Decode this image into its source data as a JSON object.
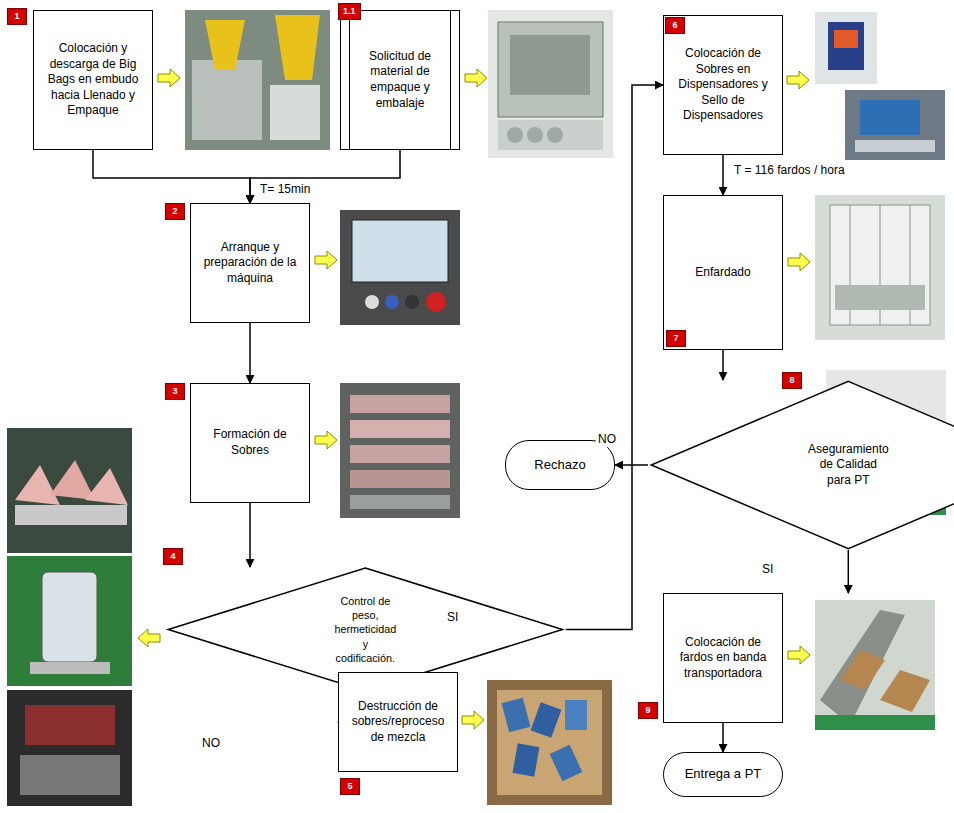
{
  "diagram": {
    "nodes": [
      {
        "text": [
          "Colocación y descarga de Big Bags en embudo hacia Llenado y Empaque"
        ]
      },
      {
        "text": [
          "Solicitud de material de empaque y embalaje"
        ]
      },
      {
        "text": [
          "Colocación de Sobres en Dispensadores y Sello de Dispensadores"
        ]
      },
      {
        "text": [
          "Arranque y preparación de la máquina"
        ]
      },
      {
        "text": [
          "Formación de Sobres"
        ]
      },
      {
        "text": [
          "Enfardado"
        ]
      },
      {
        "text": [
          "Aseguramiento de Calidad para PT"
        ]
      },
      {
        "text": [
          "Rechazo"
        ]
      },
      {
        "text": [
          "Control de peso, hermeticidad y codificación."
        ]
      },
      {
        "text": [
          "Destrucción de sobres/reproceso de mezcla"
        ]
      },
      {
        "text": [
          "Colocación de fardos en banda transportadora"
        ]
      },
      {
        "text": [
          "Entrega a PT"
        ]
      }
    ],
    "edges": [
      {
        "from": 0,
        "to": 3,
        "arrow": "to"
      },
      {
        "from": 1,
        "to": 3,
        "arrow": "to"
      },
      {
        "from": 3,
        "to": 4,
        "arrow": "to"
      },
      {
        "from": 4,
        "to": 8,
        "arrow": "to"
      },
      {
        "from": 8,
        "to": 9,
        "label": "NO",
        "arrow": "to"
      },
      {
        "from": 8,
        "to": 2,
        "label": "SI",
        "arrow": "to"
      },
      {
        "from": 2,
        "to": 5,
        "label": "T = 116 fardos / hora",
        "arrow": "to"
      },
      {
        "from": 5,
        "to": 6,
        "arrow": "to"
      },
      {
        "from": 6,
        "to": 7,
        "label": "NO",
        "arrow": "to"
      },
      {
        "from": 6,
        "to": 10,
        "label": "SI",
        "arrow": "to"
      },
      {
        "from": 10,
        "to": 11,
        "arrow": "to"
      }
    ],
    "labels": [
      "1",
      "1.1",
      "T= 15min",
      "2",
      "3",
      "4",
      "5",
      "6",
      "7",
      "8",
      "9"
    ]
  }
}
